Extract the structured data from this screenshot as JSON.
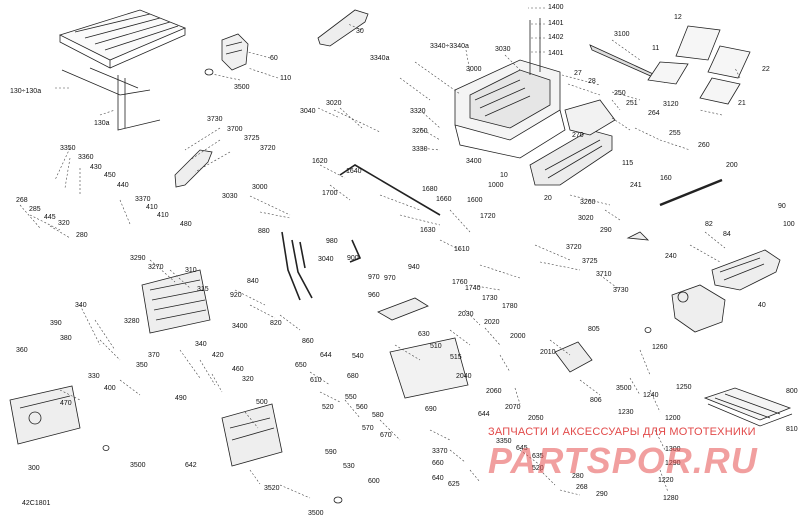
{
  "diagram_code": "42C1801",
  "watermark": {
    "line1": "ЗАПЧАСТИ И АКСЕССУАРЫ ДЛЯ МОТОТЕХНИКИ",
    "line2": "PARTSPOR.RU"
  },
  "callouts": [
    "130÷130a",
    "130a",
    "60",
    "110",
    "3500",
    "30",
    "3340÷3340a",
    "3340a",
    "3030",
    "3000",
    "1400",
    "1401",
    "1402",
    "1401b",
    "3100",
    "12",
    "11",
    "22",
    "21",
    "27",
    "28",
    "250",
    "251",
    "3120",
    "264",
    "255",
    "260",
    "3040",
    "3020",
    "3320",
    "3260",
    "3330",
    "3400",
    "10",
    "1000",
    "270",
    "20",
    "115",
    "160",
    "200",
    "241",
    "3260b",
    "3020b",
    "290",
    "90",
    "100",
    "82",
    "84",
    "240",
    "40",
    "3730",
    "3700",
    "3725",
    "3720",
    "3350",
    "3360",
    "430",
    "450",
    "440",
    "3370",
    "410",
    "410b",
    "480",
    "268",
    "285",
    "445",
    "320",
    "280",
    "3000b",
    "3030b",
    "1620",
    "1640",
    "1680",
    "1660",
    "1700",
    "1600",
    "1630",
    "1610",
    "1720",
    "880",
    "980",
    "3040b",
    "900",
    "970",
    "960",
    "940",
    "970b",
    "3720b",
    "3725b",
    "3710",
    "3730b",
    "1760",
    "1740",
    "1730",
    "1780",
    "3290",
    "3270",
    "310",
    "315",
    "840",
    "920",
    "3280",
    "820",
    "3400b",
    "860",
    "340",
    "390",
    "380",
    "360",
    "370",
    "350",
    "330",
    "400",
    "340b",
    "420",
    "490",
    "460",
    "320b",
    "470",
    "300",
    "3500b",
    "500",
    "642",
    "3520",
    "3500c",
    "644",
    "650",
    "610",
    "520",
    "540",
    "680",
    "550",
    "560",
    "580",
    "570",
    "670",
    "690",
    "590",
    "530",
    "600",
    "510",
    "515",
    "630",
    "2030",
    "2020",
    "2040",
    "2000",
    "2010",
    "2060",
    "2070",
    "2050",
    "805",
    "806",
    "3500d",
    "1260",
    "1250",
    "1230",
    "1240",
    "1200",
    "1300",
    "1290",
    "1220",
    "1280",
    "800",
    "810",
    "3370b",
    "660",
    "640",
    "625",
    "644b",
    "3350b",
    "645",
    "635",
    "520b",
    "280b",
    "268b",
    "290b"
  ]
}
